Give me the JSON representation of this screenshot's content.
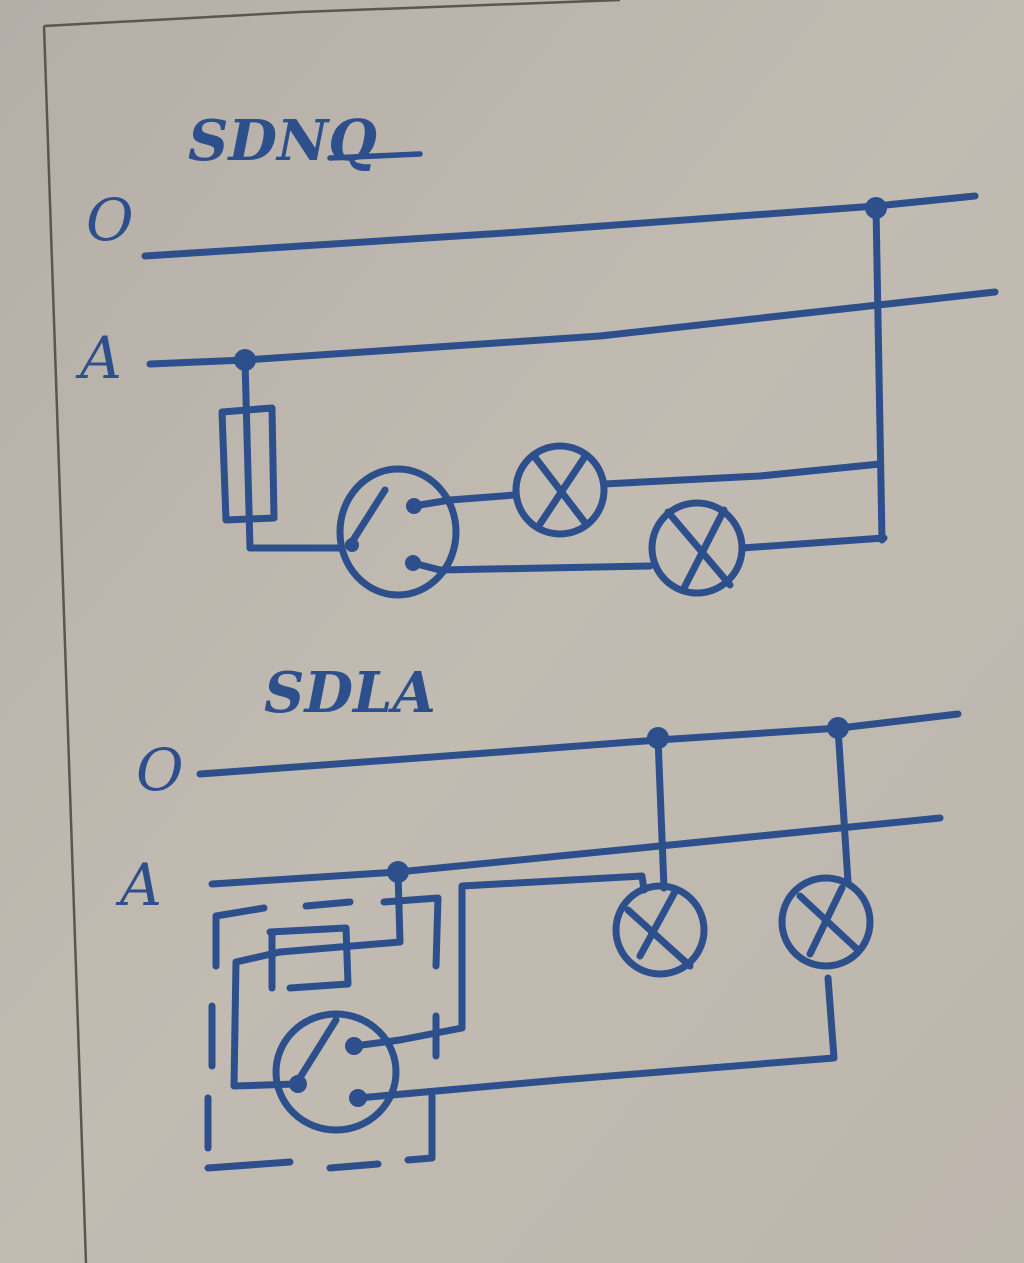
{
  "diagram": {
    "type": "hand-drawn electrical wiring schematic",
    "paper_color": "#bcb6ae",
    "ink_color": "#2d4f8c",
    "frame_color": "#55524e",
    "circuits": [
      {
        "title": "SDNQ",
        "lines": [
          {
            "label": "O",
            "role": "neutral"
          },
          {
            "label": "A",
            "role": "phase"
          }
        ],
        "components": [
          {
            "type": "fuse"
          },
          {
            "type": "two-way switch (SPDT, circle symbol)"
          },
          {
            "type": "lamp (⊗)"
          },
          {
            "type": "lamp (⊗)"
          }
        ],
        "connections": [
          "A line → fuse → switch common",
          "switch upper contact → lamp 1 → neutral O (via vertical drop)",
          "switch lower contact → lamp 2 → neutral O (via vertical drop)"
        ]
      },
      {
        "title": "SDLA",
        "lines": [
          {
            "label": "O",
            "role": "neutral"
          },
          {
            "label": "A",
            "role": "phase"
          }
        ],
        "components": [
          {
            "type": "fuse (inside dashed enclosure)"
          },
          {
            "type": "two-way switch (inside dashed enclosure)"
          },
          {
            "type": "lamp (⊗)"
          },
          {
            "type": "lamp (⊗)"
          }
        ],
        "connections": [
          "A line → fuse → switch common",
          "switch upper contact → lamp 1 → neutral O",
          "switch lower contact → lamp 2 → neutral O"
        ]
      }
    ]
  }
}
